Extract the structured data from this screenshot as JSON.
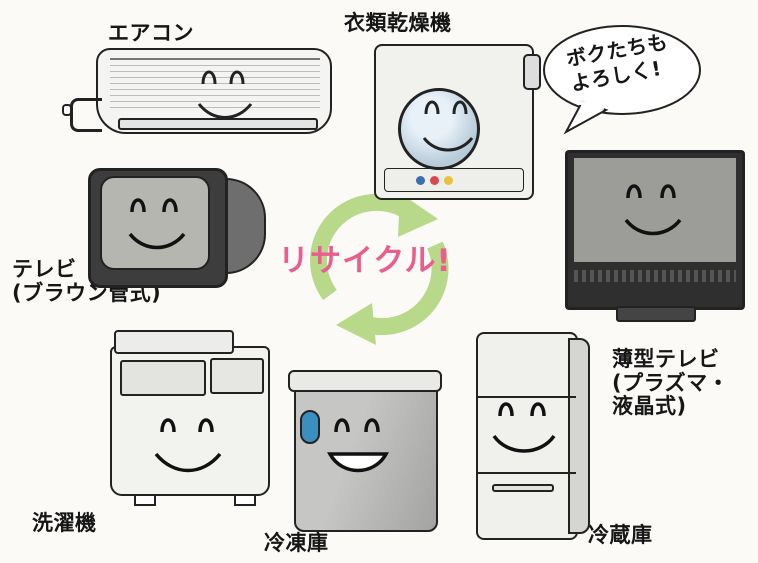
{
  "title": "リサイクル!",
  "speech": "ボクたちも\nよろしく!",
  "appliances": [
    {
      "id": "aircon",
      "label": "エアコン"
    },
    {
      "id": "dryer",
      "label": "衣類乾燥機"
    },
    {
      "id": "crt_tv",
      "label": "テレビ\n(ブラウン管式)"
    },
    {
      "id": "flat_tv",
      "label": "薄型テレビ\n(プラズマ・\n液晶式)"
    },
    {
      "id": "washer",
      "label": "洗濯機"
    },
    {
      "id": "freezer",
      "label": "冷凍庫"
    },
    {
      "id": "fridge",
      "label": "冷蔵庫"
    }
  ],
  "colors": {
    "recycle_green": "#b9d98a",
    "title_pink": "#ea5d8f",
    "outline": "#222222"
  }
}
